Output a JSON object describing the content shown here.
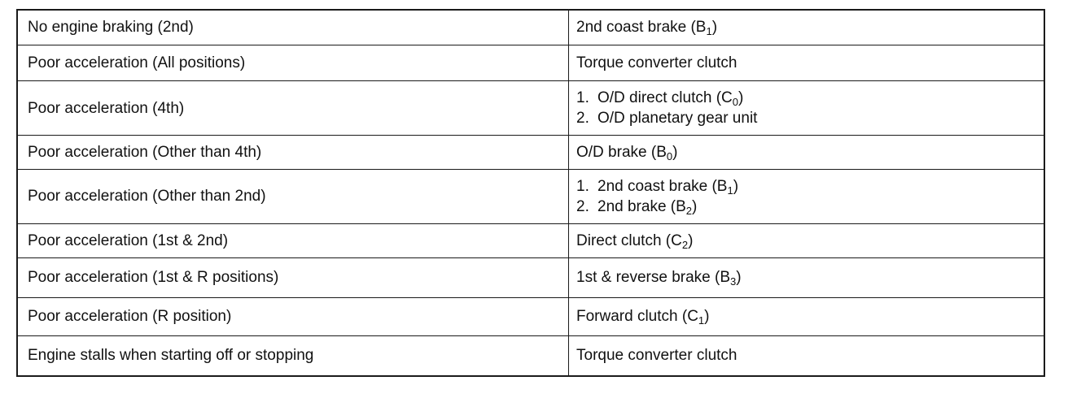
{
  "table": {
    "rows": [
      {
        "symptom": "No engine braking (2nd)",
        "parts": [
          {
            "text": "2nd coast brake (B",
            "sub": "1",
            "tail": ")"
          }
        ]
      },
      {
        "symptom": "Poor acceleration (All positions)",
        "parts": [
          {
            "text": "Torque converter clutch"
          }
        ]
      },
      {
        "symptom": "Poor acceleration (4th)",
        "parts": [
          {
            "num": "1.",
            "text": "O/D direct clutch (C",
            "sub": "0",
            "tail": ")"
          },
          {
            "num": "2.",
            "text": "O/D planetary gear unit"
          }
        ]
      },
      {
        "symptom": "Poor acceleration (Other than 4th)",
        "parts": [
          {
            "text": "O/D brake (B",
            "sub": "0",
            "tail": ")"
          }
        ]
      },
      {
        "symptom": "Poor acceleration (Other than 2nd)",
        "parts": [
          {
            "num": "1.",
            "text": "2nd coast brake (B",
            "sub": "1",
            "tail": ")"
          },
          {
            "num": "2.",
            "text": "2nd brake (B",
            "sub": "2",
            "tail": ")"
          }
        ]
      },
      {
        "symptom": "Poor acceleration (1st & 2nd)",
        "parts": [
          {
            "text": "Direct clutch (C",
            "sub": "2",
            "tail": ")"
          }
        ]
      },
      {
        "symptom": "Poor acceleration (1st & R positions)",
        "parts": [
          {
            "text": "1st & reverse brake (B",
            "sub": "3",
            "tail": ")"
          }
        ]
      },
      {
        "symptom": "Poor acceleration (R position)",
        "parts": [
          {
            "text": "Forward clutch (C",
            "sub": "1",
            "tail": ")"
          }
        ]
      },
      {
        "symptom": "Engine stalls when starting off or stopping",
        "parts": [
          {
            "text": "Torque converter clutch"
          }
        ]
      }
    ]
  }
}
